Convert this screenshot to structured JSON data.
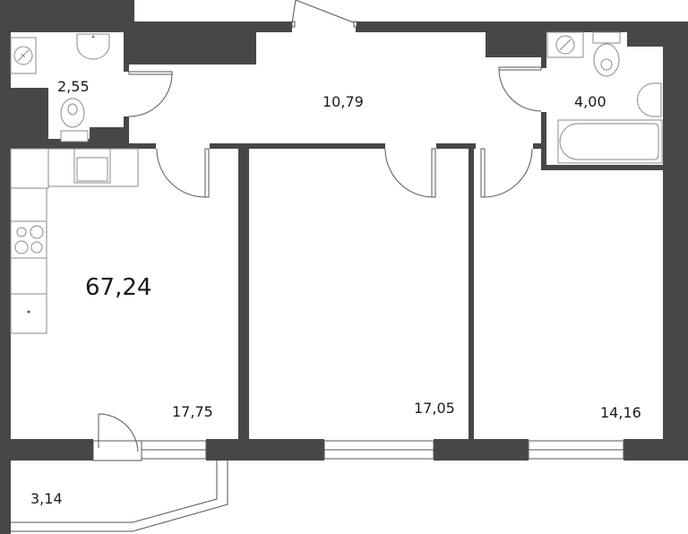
{
  "plan": {
    "total_area": "67,24",
    "rooms": [
      {
        "id": "bathroom-small",
        "area": "2,55"
      },
      {
        "id": "hallway",
        "area": "10,79"
      },
      {
        "id": "bathroom-large",
        "area": "4,00"
      },
      {
        "id": "kitchen-living",
        "area": "17,75"
      },
      {
        "id": "bedroom-middle",
        "area": "17,05"
      },
      {
        "id": "bedroom-right",
        "area": "14,16"
      },
      {
        "id": "balcony",
        "area": "3,14"
      }
    ]
  },
  "colors": {
    "wall": "#474747",
    "fixture_stroke": "#8a8a8a",
    "background": "#ffffff"
  },
  "icons": [
    "washing-machine-icon",
    "sink-icon",
    "toilet-icon",
    "bathtub-icon",
    "stove-icon",
    "door-swing-icon",
    "window-icon"
  ]
}
